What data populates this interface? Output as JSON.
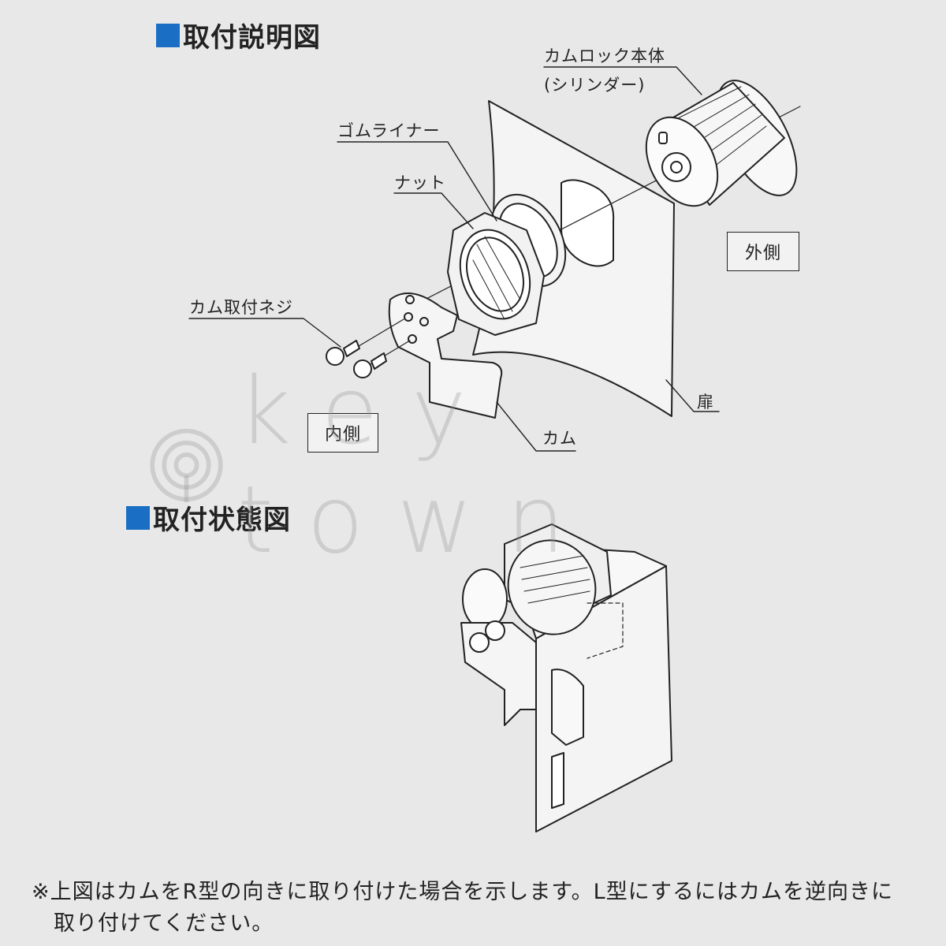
{
  "section1": {
    "title": "取付説明図"
  },
  "section2": {
    "title": "取付状態図"
  },
  "labels": {
    "cam_lock_body": "カムロック本体",
    "cylinder": "(シリンダー)",
    "rubber_liner": "ゴムライナー",
    "nut": "ナット",
    "cam_screw": "カム取付ネジ",
    "outer_side": "外側",
    "door": "扉",
    "inner_side": "内側",
    "cam": "カム"
  },
  "note": {
    "line1": "※上図はカムをR型の向きに取り付けた場合を示します。L型にするにはカムを逆向きに",
    "line2": "取り付けてください。"
  },
  "watermark": {
    "text": "key town"
  },
  "colors": {
    "accent": "#1a6fc4",
    "line": "#222222",
    "background": "#e8e8e8"
  }
}
